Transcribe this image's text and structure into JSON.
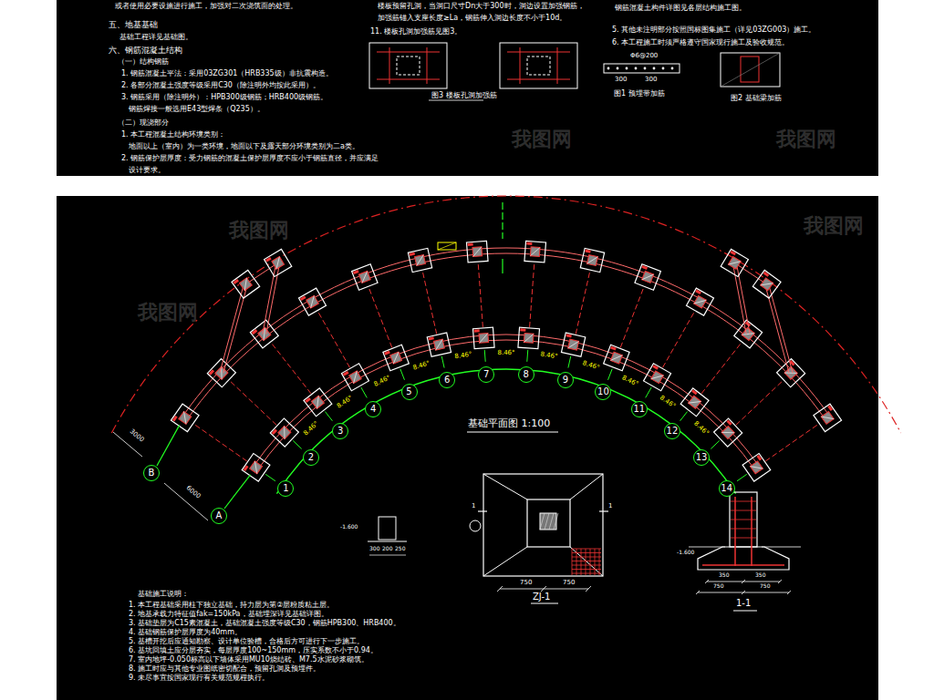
{
  "diagram": {
    "nodes": [
      {
        "text": [
          "1"
        ]
      },
      {
        "text": [
          "2"
        ]
      },
      {
        "text": [
          "3"
        ]
      },
      {
        "text": [
          "4"
        ]
      },
      {
        "text": [
          "5"
        ]
      },
      {
        "text": [
          "6"
        ]
      },
      {
        "text": [
          "7"
        ]
      },
      {
        "text": [
          "8"
        ]
      },
      {
        "text": [
          "9"
        ]
      },
      {
        "text": [
          "10"
        ]
      },
      {
        "text": [
          "11"
        ]
      },
      {
        "text": [
          "12"
        ]
      },
      {
        "text": [
          "13"
        ]
      },
      {
        "text": [
          "14"
        ]
      },
      {
        "text": [
          "A"
        ]
      },
      {
        "text": [
          "B"
        ]
      }
    ],
    "labels": [
      "或者使用必要设施进行施工，加强对二次浇筑面的处理。",
      "五、地基基础",
      "基础工程详见基础图。",
      "六、钢筋混凝土结构",
      "（一）结构钢筋",
      "1. 钢筋混凝土平法：采用03ZG301（HRB335级）非抗震构造。",
      "2. 各部分混凝土强度等级采用C30（除注明外均按此采用）。",
      "3. 钢筋采用（除注明外）：HPB300级钢筋；HRB400级钢筋。",
      "钢筋焊接一般选用E43型焊条（Q235）。",
      "（二）现浇部分",
      "1. 本工程混凝土结构环境类别：",
      "地面以上（室内）为一类环境，地面以下及露天部分环境类别为二a类。",
      "2. 钢筋保护层厚度：受力钢筋的混凝土保护层厚度不应小于钢筋直径，并应满足",
      "设计要求。",
      "楼板预留孔洞，当洞口尺寸Dn大于300时，洞边设置加强钢筋，",
      "加强筋锚入支座长度≥La，钢筋伸入洞边长度不小于10d。",
      "11. 楼板孔洞加强筋见图3。",
      "图3 楼板孔洞加强筋",
      "钢筋混凝土构件详图见各层结构施工图。",
      "5. 其他未注明部分按照国标图集施工（详见03ZG003）施工。",
      "6. 本工程施工时须严格遵守国家现行施工及验收规范。",
      "Φ6@200",
      "300",
      "300",
      "图1 预埋带加筋",
      "图2 基础梁加筋",
      "基础平面图 1:100",
      "3000",
      "6000",
      "8.46°",
      "8.46°",
      "8.46°",
      "8.46°",
      "8.46°",
      "8.46°",
      "8.46°",
      "8.46°",
      "8.46°",
      "8.46°",
      "8.46°",
      "-1.600",
      "300",
      "200",
      "250",
      "1",
      "1",
      "750",
      "750",
      "ZJ-1",
      "-1.600",
      "350",
      "350",
      "750",
      "750",
      "1-1",
      "基础施工说明：",
      "1. 本工程基础采用柱下独立基础，持力层为第②层粉质粘土层。",
      "2. 地基承载力特征值fak=150kPa，基础埋深详见基础详图。",
      "3. 基础垫层为C15素混凝土，基础混凝土强度等级C30，钢筋HPB300、HRB400。",
      "4. 基础钢筋保护层厚度为40mm。",
      "5. 基槽开挖后应通知勘察、设计单位验槽，合格后方可进行下一步施工。",
      "6. 基坑回填土应分层夯实，每层厚度100~150mm，压实系数不小于0.94。",
      "7. 室内地坪-0.050标高以下墙体采用MU10烧结砖、M7.5水泥砂浆砌筑。",
      "8. 施工时应与其他专业图纸密切配合，预留孔洞及预埋件。",
      "9. 未尽事宜按国家现行有关规范规程执行。",
      "我图网",
      "我图网",
      "我图网",
      "我图网",
      "我图网"
    ]
  }
}
